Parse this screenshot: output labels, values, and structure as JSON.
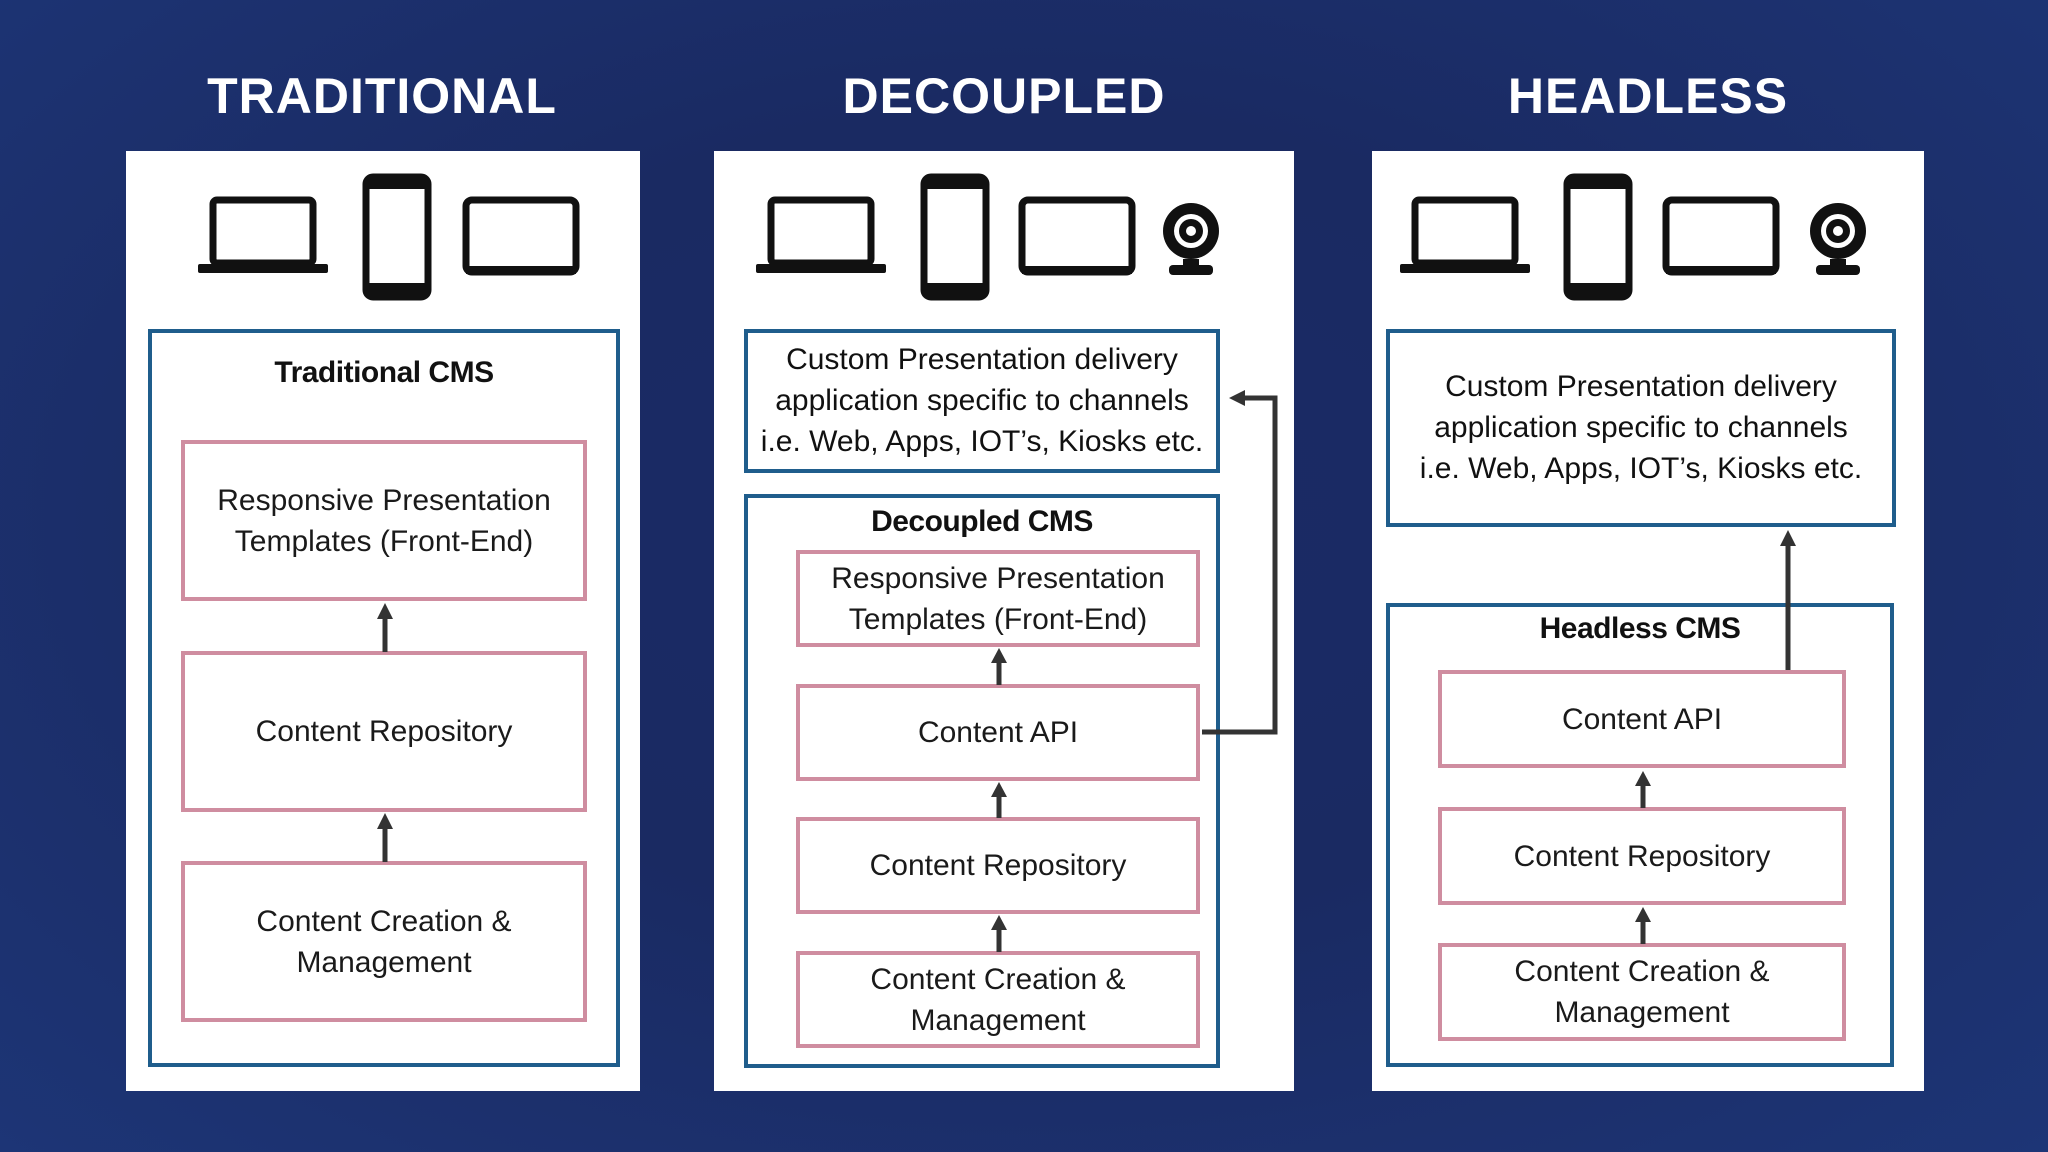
{
  "columns": [
    {
      "title": "TRADITIONAL",
      "devices": [
        "laptop-icon",
        "phone-icon",
        "tablet-icon"
      ],
      "cms_label": "Traditional CMS",
      "layers": [
        "Responsive Presentation\nTemplates (Front-End)",
        "Content Repository",
        "Content Creation &\nManagement"
      ]
    },
    {
      "title": "DECOUPLED",
      "devices": [
        "laptop-icon",
        "phone-icon",
        "tablet-icon",
        "webcam-icon"
      ],
      "channel_app": "Custom Presentation delivery\napplication specific to channels\ni.e. Web, Apps, IOT’s, Kiosks etc.",
      "cms_label": "Decoupled CMS",
      "layers": [
        "Responsive Presentation\nTemplates (Front-End)",
        "Content API",
        "Content Repository",
        "Content Creation &\nManagement"
      ]
    },
    {
      "title": "HEADLESS",
      "devices": [
        "laptop-icon",
        "phone-icon",
        "tablet-icon",
        "webcam-icon"
      ],
      "channel_app": "Custom Presentation delivery\napplication specific to channels\ni.e. Web, Apps, IOT’s, Kiosks etc.",
      "cms_label": "Headless CMS",
      "layers": [
        "Content API",
        "Content Repository",
        "Content Creation &\nManagement"
      ]
    }
  ],
  "colors": {
    "background": "#1b2a66",
    "frame_border": "#1f5d8c",
    "layer_border": "#cf8da0",
    "arrow": "#333333"
  }
}
